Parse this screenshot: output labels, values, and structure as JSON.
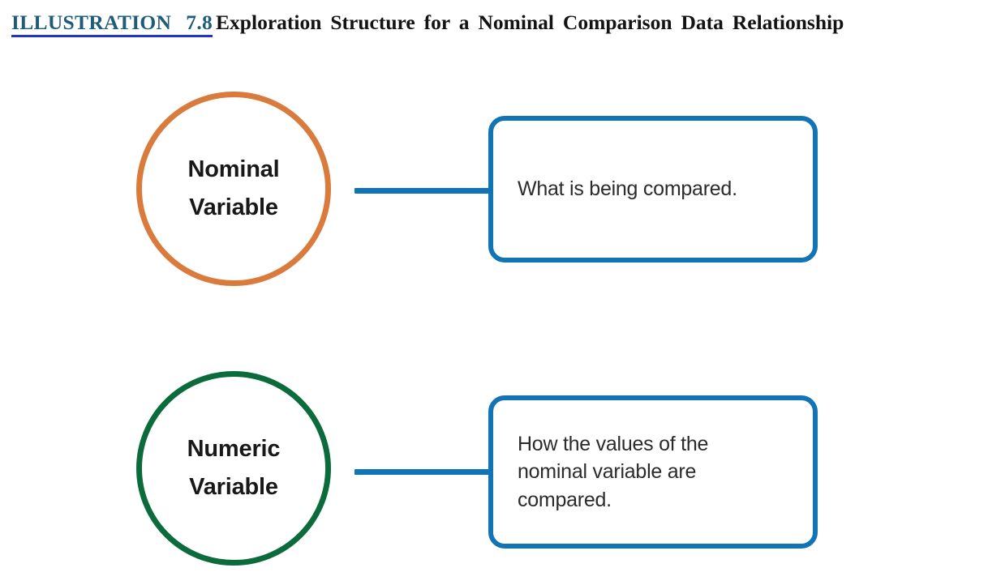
{
  "caption": {
    "label_text": "ILLUSTRATION",
    "label_number": "7.8",
    "body": "Exploration Structure for a Nominal Comparison Data Relationship",
    "label_color": "#1F5C7A",
    "underline_color": "#2233CC",
    "body_color": "#131313"
  },
  "diagram": {
    "type": "flow-diagram",
    "connector_color": "#1273B5",
    "box_border_color": "#1273B5",
    "nodes": [
      {
        "id": "nominal",
        "circle_label": "Nominal\nVariable",
        "circle_color": "#D97B3C",
        "callout_text": "What is being compared."
      },
      {
        "id": "numeric",
        "circle_label": "Numeric\nVariable",
        "circle_color": "#0C6B3B",
        "callout_text": "How the values of the\nnominal variable are\ncompared."
      }
    ]
  }
}
